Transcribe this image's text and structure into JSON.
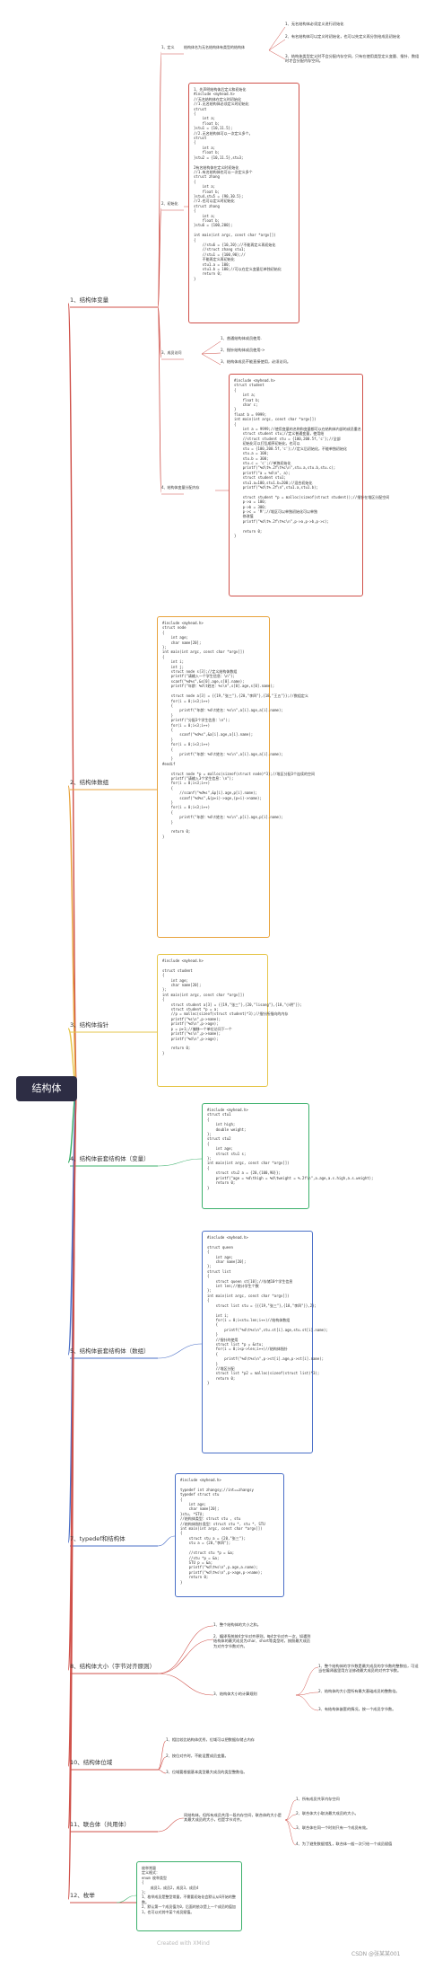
{
  "root": "结构体",
  "colors": {
    "red": "#d0514a",
    "orange": "#e8a33c",
    "yellow": "#e6c64b",
    "green": "#3bb06b",
    "blue": "#4a6fc7",
    "navy": "#2d2d44"
  },
  "branches": [
    {
      "label": "1、结构体变量",
      "color": "#d0514a"
    },
    {
      "label": "2、结构体数组",
      "color": "#e8a33c"
    },
    {
      "label": "3、结构体指针",
      "color": "#e6c64b"
    },
    {
      "label": "4、结构体嵌套结构体（变量）",
      "color": "#3bb06b"
    },
    {
      "label": "5、结构体嵌套结构体（数组）",
      "color": "#4a6fc7"
    },
    {
      "label": "7、typedef和结构体",
      "color": "#4a6fc7"
    },
    {
      "label": "8、结构体大小（字节对齐原则）",
      "color": "#d0514a"
    },
    {
      "label": "10、结构体位域",
      "color": "#d0514a"
    },
    {
      "label": "11、联合体（共用体）",
      "color": "#d0514a"
    },
    {
      "label": "12、枚举",
      "color": "#d0514a"
    }
  ],
  "b1": {
    "def_label": "1、定义",
    "def_text": "结构体名为无名结构体有类型的结构体",
    "def_notes": [
      "1、无名结构体必须定义进行初始化",
      "2、有名结构体可以定义时初始化，也可以先定义再分别给成员初始化",
      "3、结构体类型定义时不会分配内存空间，只有在使用类型定义变量、指针、数组时才会分配内存空间。"
    ],
    "init_label": "2、初始化",
    "init_code": "1、先声明结构体后定义和初始化\n#include <myhead.h>\n//无名结构体在定义时初始化\n//1.无名结构体必须定义时初始化\nstruct\n{\n    int a;\n    float b;\n}stu1 = {10,11.5};\n//2.无名结构体可以一次定义多个。\nstruct\n{\n    int a;\n    float b;\n}stu2 = {10,11.5},stu3;\n\n2有名结构体在定义时初始化\n//1.有名结构体也可以一次定义多个\nstruct zhang\n{\n    int a;\n    float b;\n}stu4,stu5 = {90,30.5};\n//2.也可以定义时初始化\nstruct zhang\n{\n    int a;\n    float b;\n}stu6 = {100,200};\n\nint main(int argc, const char *argv[])\n{\n    //stu6 = {10,20};//不能再定义再初始化\n    //struct zhang stu1;\n    //stu1 = {100,90};//\n    不能再定义再初始化\n    stu1.a = 100;\n    stu1.b = 100;//可以在定义变量后单独初始化\n    return 0;\n}",
    "access_label": "3、成员访问",
    "access_notes": [
      "1、普通结构体成员使用.",
      "2、指针结构体成员使用->",
      "3、结构体成员不能直接使用，必须访问。"
    ],
    "mem_label": "4、结构体变量分配内存",
    "mem_code": "#include <myhead.h>\nstruct student\n{\n    int a;\n    float b;\n    char c;\n}\nfloat b = 9999;\nint main(int argc, const char *argv[])\n{\n    int a = 9999;//使用变量的名称和变量都可以在结构体内部的成员重名\n    struct student stu;//定义普通变量，使用结\n    //struct student stu = {100,200.5f,'c'};//全部\n    初始化可以打乱顺序初始化，也可以\n    stu = {100,200.5f,'c'};//定义后初始化，不能单独初始化\n    stu.a = 100;\n    stu.b = 300;\n    stu.c = 'c';//单独初始化\n    printf(\"%d\\t%.2f\\t%c\\n\",stu.a,stu.b,stu.c);\n    printf(\"a = %d\\n\", a);\n    struct student stu1;\n    stu1.a=100,stu1.b=200;//混合初始化\n    printf(\"%d\\t%.2f\\n\",stu1.a,stu1.b);\n\n    struct student *p = malloc(sizeof(struct student));//指针在堆区分配空间\n    p->a = 100;\n    p->b = 300;\n    p->c = 'M';//堆区可以单独初始化可以单独\n    修改值\n    printf(\"%d\\t%.2f\\t%c\\n\",p->a,p->b,p->c);\n\n    return 0;\n}"
  },
  "b2": {
    "code": "#include <myhead.h>\nstruct node\n{\n    int age;\n    char name[20];\n};\nint main(int argc, const char *argv[])\n{\n    int i;\n    int j;\n    struct node s[3];//定义结构体数组\n    printf(\"请输入一个学生信息：\\n\");\n    scanf(\"%d%s\",&s[0].age,s[0].name);\n    printf(\"年龄：%d\\t姓名：%s\\n\",s[0].age,s[0].name);\n\n    struct node a[3] = {{19,\"张三\"},{20,\"李四\"},{18,\"王五\"}};//数组定义\n    for(i = 0;i<3;i++)\n    {\n        printf(\"年龄：%d\\t姓名：%s\\n\",a[i].age,a[i].name);\n    }\n    printf(\"分配3个学生信息：\\n\");\n    for(i = 0;i<3;i++)\n    {\n        scanf(\"%d%s\",&a[i].age,a[i].name);\n    }\n    for(i = 0;i<3;i++)\n    {\n        printf(\"年龄：%d\\t姓名：%s\\n\",a[i].age,a[i].name);\n    }\n#endif\n\n    struct node *p = malloc(sizeof(struct node)*3);//堆区分配3个连续的空间\n    printf(\"请输入3个学生信息：\\n\");\n    for(i = 0;i<3;i++)\n    {\n        //scanf(\"%d%s\",&p[i].age,p[i].name);\n        scanf(\"%d%s\",&(p+i)->age,(p+i)->name);\n    }\n    for(i = 0;i<3;i++)\n    {\n        printf(\"年龄：%d\\t姓名：%s\\n\",p[i].age,p[i].name);\n    }\n\n    return 0;\n}"
  },
  "b3": {
    "code": "#include <myhead.h>\n\nstruct student\n{\n    int age;\n    char name[20];\n};\nint main(int argc, const char *argv[])\n{\n    struct student a[3] = {{19,\"张三\"},{20,\"lisang\"},{18,\"小明\"}};\n    struct student *p = a;\n    //p = malloc(sizeof(struct student)*3);//指针所指向的内存\n    printf(\"%s\\n\",p->name);\n    printf(\"%d\\n\",p->age);\n    p = p+1;//偏移一个单位访问下一个\n    printf(\"%s\\n\",p->name);\n    printf(\"%d\\n\",p->age);\n\n    return 0;\n}"
  },
  "b4": {
    "code": "#include <myhead.h>\nstruct stu1\n{\n    int high;\n    double weight;\n};\nstruct stu2\n{\n    int age;\n    struct stu1 s;\n};\nint main(int argc, const char *argv[])\n{\n    struct stu2 a = {20,{100,90}};\n    printf(\"age = %d\\thigh = %d\\tweight = %.2f\\n\",a.age,a.s.high,a.s.weight);\n    return 0;\n}"
  },
  "b5": {
    "code": "#include <myhead.h>\n\nstruct queen\n{\n    int age;\n    char name[20];\n};\nstruct list\n{\n    struct queen st[10];//存储10个学生信息\n    int len;//统计学生个数\n};\nint main(int argc, const char *argv[])\n{\n    struct list stu = {{{19,\"张三\"},{18,\"李四\"}},2};\n\n    int i;\n    for(i = 0;i<stu.len;i++)//结构体数组\n    {\n        printf(\"%d\\t%s\\n\",stu.st[i].age,stu.st[i].name);\n    }\n    //指针的使用\n    struct list *p = &stu;\n    for(i = 0;i<p->len;i++)//结构体指针\n    {\n        printf(\"%d\\t%s\\n\",p->st[i].age,p->st[i].name);\n    }\n    //堆区分配\n    struct list *p2 = malloc(sizeof(struct list)*3);\n    return 0;\n}"
  },
  "b7": {
    "code": "#include <myhead.h>\n\ntypedef int zhangsy;//int==zhangsy\ntypedef struct stu\n{\n    int age;\n    char name[20];\n}stu, *STU;\n//结构体类型：struct stu , stu\n//结构体指针类型：struct stu *, stu *, STU\nint main(int argc, const char *argv[])\n{\n    struct stu a = {20,\"张三\"};\n    stu a = {20,\"李四\"};\n\n    //struct stu *p = &a;\n    //stu *p = &a;\n    STU p = &a;\n    printf(\"%d\\t%s\\n\",p.age,a.name);\n    printf(\"%d\\t%s\\n\",p->age,p->name);\n    return 0;\n}"
  },
  "b8": {
    "notes": [
      "1、整个结构体的大小之和。",
      "2、编译系统按4字节对齐原则，每4字节对齐一次，如遇到结构体的最大成员为char、short等类型时，按照最大成员为对齐字节数对齐。",
      "3、结构体大小的计算规则"
    ],
    "rules": [
      "1、整个结构体的字节数是最大成员的字节数的整数倍，可适当在编译器里用方法修改最大成员的对齐字节数。",
      "2、结构体的大小是所有最大基础成员的整数倍。",
      "3、有结构体嵌套的情况，按一个成员字节数。"
    ]
  },
  "b10": {
    "notes": [
      "1、相比较比结构体优秀，位域可以把数据存储占内存",
      "2、按位对齐时，不能设置成员变量。",
      "3、位域要根据基本类型最大成员的类型整数倍。"
    ]
  },
  "b11": {
    "desc": "同结构体，但所有成员共用一段内存空间，联合体的大小是其最大成员的大小，也是字节对齐。",
    "notes": [
      "1、所有成员共享内存空间",
      "2、联合体大小取决最大成员的大小。",
      "3、联合体在同一个时刻只有一个成员有效。",
      "4、为了避免数据错乱，联合体一般一次只给一个成员赋值"
    ]
  },
  "b12": {
    "code": "枚举常量\n定义格式：\nenum 枚举类型\n{\n    成员1，成员2，成员3，成员4\n};\n1、枚举成员是整型常量，不需要初始化会默认从0开始的整数。\n2、默认第一个成员值为0，后面的依次是上一个成员的值加1，也可以对其中某个成员赋值。"
  },
  "watermark": "CSDN @张某某001",
  "faint_watermark": "Created with XMind"
}
